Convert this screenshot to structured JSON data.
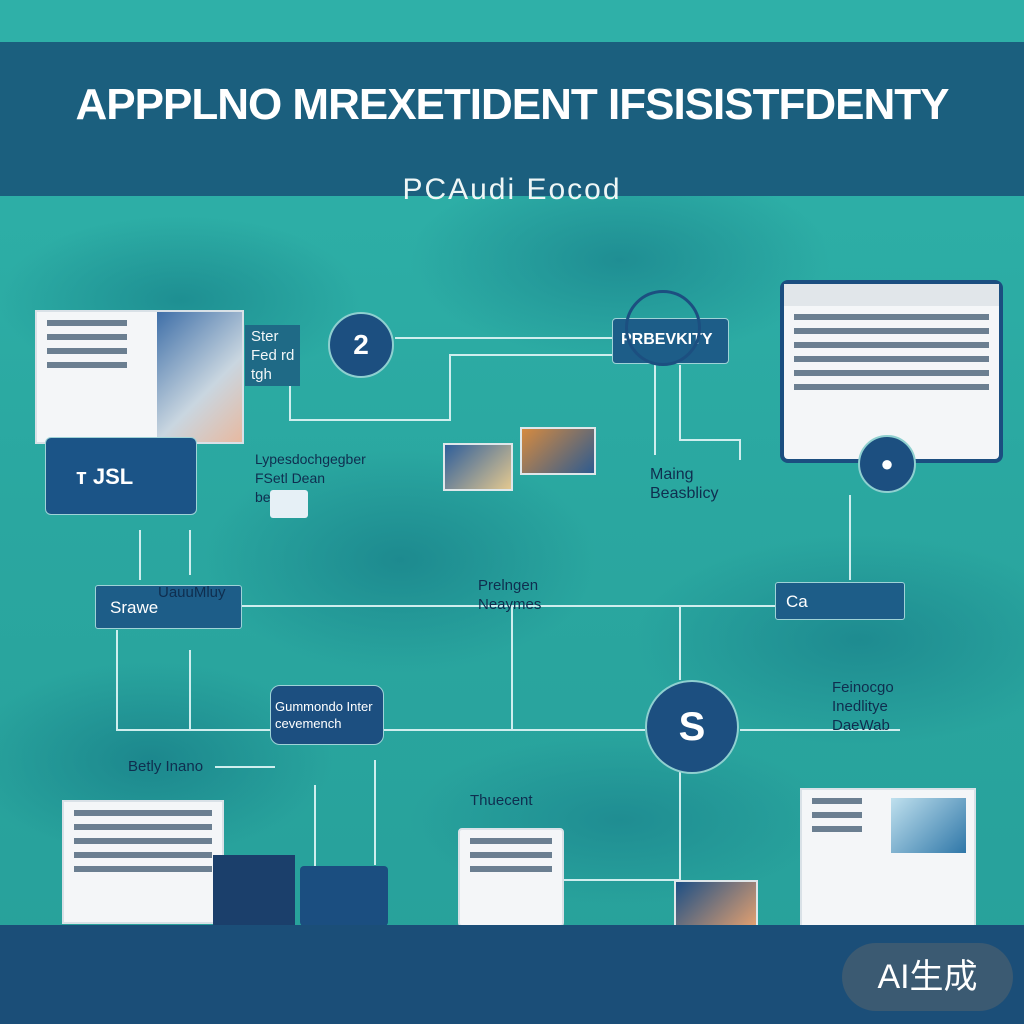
{
  "title": "APPPLNO MREXETIDENT IFSISISTFDENTY",
  "subtitle": "PCAudi Eocod",
  "badge": "AI生成",
  "nodes": {
    "n1": "2",
    "box_top_left": "т JSL",
    "label_top_left": "Ster\nFed rd\ntgh",
    "box_top_center": "PRBEVKITY",
    "label_mid_left": "Lypesdochgegber\nFSetl Dean\nbele",
    "label_mid_right": "Maing\nBeasblicy",
    "box_left": "Srawe",
    "label_left_top": "UauuMluy",
    "label_center": "Prelngen\nNeaymes",
    "box_right": "Ca",
    "label_process": "Gummondo Inter\ncevemench",
    "dollar": "S",
    "label_right_lower": "Feinocgo\nInedlitye\nDaeWab",
    "label_bottom_left": "Betly Inano",
    "label_bottom_center": "Thuecent"
  },
  "colors": {
    "banner": "#1b5f7e",
    "background": "#2aa8a0",
    "node_fill": "#1c4f80",
    "line": "#cfeeee"
  }
}
